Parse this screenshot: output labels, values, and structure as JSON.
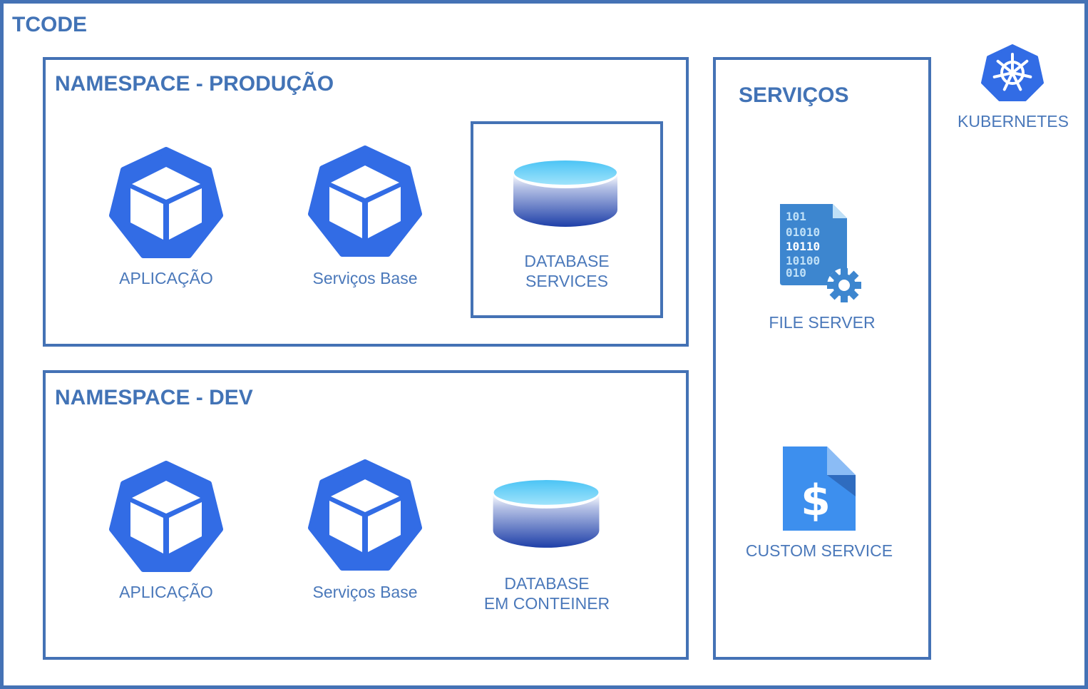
{
  "diagram": {
    "title": "TCODE",
    "kubernetes_label": "KUBERNETES",
    "namespaces": [
      {
        "title": "NAMESPACE - PRODUÇÃO",
        "app_label": "APLICAÇÃO",
        "base_label": "Serviços Base",
        "db_label_line1": "DATABASE",
        "db_label_line2": "SERVICES"
      },
      {
        "title": "NAMESPACE - DEV",
        "app_label": "APLICAÇÃO",
        "base_label": "Serviços Base",
        "db_label_line1": "DATABASE",
        "db_label_line2": "EM CONTEINER"
      }
    ],
    "services": {
      "title": "SERVIÇOS",
      "file_server_label": "FILE SERVER",
      "file_server_bits": [
        "101",
        "01010",
        "10110",
        "10100",
        "010"
      ],
      "custom_service_label": "CUSTOM SERVICE",
      "custom_service_symbol": "$"
    }
  },
  "colors": {
    "frame": "#4472b5",
    "pod_blue": "#326ce5",
    "k8s_blue": "#326ce5",
    "doc_blue": "#3f8fe0"
  }
}
